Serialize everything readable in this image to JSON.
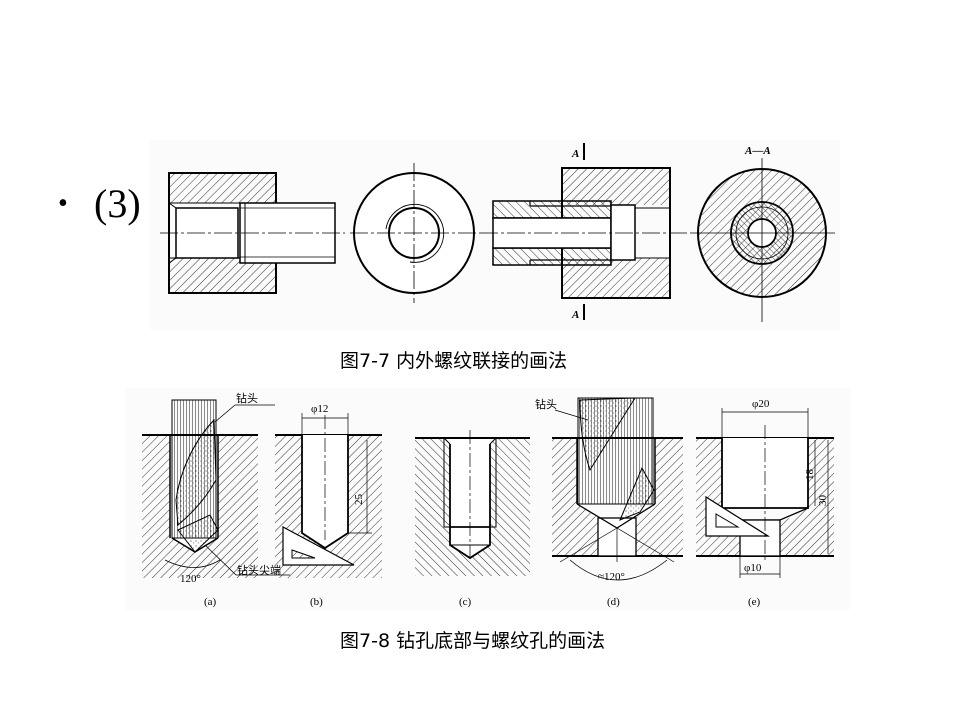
{
  "slide": {
    "bullet_symbol": "•",
    "bullet_text": "(3)"
  },
  "figure_7_7": {
    "caption": "图7-7  内外螺纹联接的画法",
    "section_marker_top": "A",
    "section_marker_bottom": "A",
    "section_view_label": "A—A"
  },
  "figure_7_8": {
    "caption": "图7-8  钻孔底部与螺纹孔的画法",
    "panels": [
      {
        "id": "a",
        "label": "(a)",
        "callout_drill": "钻头",
        "callout_tip": "钻头尖端",
        "angle": "120°"
      },
      {
        "id": "b",
        "label": "(b)",
        "diameter": "φ12",
        "depth": "25"
      },
      {
        "id": "c",
        "label": "(c)"
      },
      {
        "id": "d",
        "label": "(d)",
        "callout_drill": "钻头",
        "angle": "≈120°"
      },
      {
        "id": "e",
        "label": "(e)",
        "diameter_top": "φ20",
        "diameter_bottom": "φ10",
        "depth_1": "18",
        "depth_2": "30"
      }
    ]
  },
  "colors": {
    "ink": "#000000",
    "panel_bg": "#fbfbfb",
    "background": "#ffffff"
  }
}
